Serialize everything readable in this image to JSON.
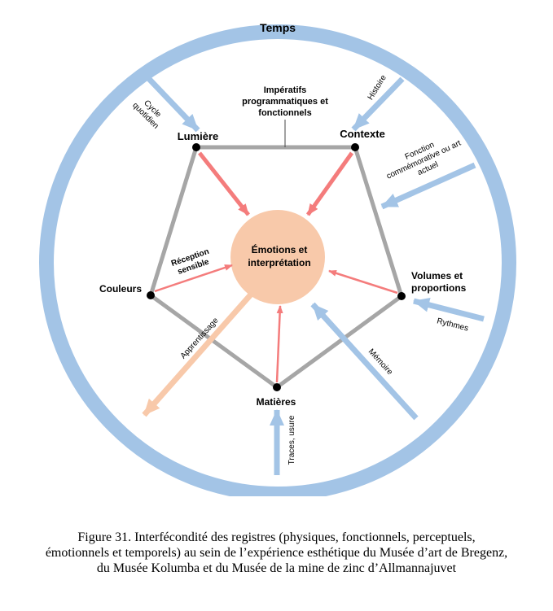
{
  "diagram": {
    "ring_label": "Temps",
    "center": {
      "line1": "Émotions et",
      "line2": "interprétation"
    },
    "nodes": {
      "lumiere": "Lumière",
      "contexte": "Contexte",
      "volumes": {
        "line1": "Volumes et",
        "line2": "proportions"
      },
      "matieres": "Matières",
      "couleurs": "Couleurs"
    },
    "edge_label": {
      "line1": "Impératifs",
      "line2": "programmatiques et",
      "line3": "fonctionnels"
    },
    "arrow_labels": {
      "cycle": {
        "line1": "Cycle",
        "line2": "quotidien"
      },
      "histoire": "Histoire",
      "fonction": {
        "line1": "Fonction",
        "line2": "commémorative ou art",
        "line3": "actuel"
      },
      "rythmes": "Rythmes",
      "memoire": "Mémoire",
      "traces": "Traces, usure",
      "apprentissage": "Apprentissage",
      "reception": {
        "line1": "Réception",
        "line2": "sensible"
      }
    },
    "colors": {
      "ring": "#a3c4e6",
      "time_arrows": "#a3c4e6",
      "pentagon_edges": "#a6a6a6",
      "red_arrows": "#f47c7c",
      "center_fill": "#f8c9aa",
      "learning_arrow": "#f8c9aa",
      "node_dots": "#000000"
    }
  },
  "caption": {
    "line1": "Figure 31.  Interfécondité des registres (physiques, fonctionnels, perceptuels,",
    "line2": "émotionnels et temporels) au sein de l’expérience esthétique du Musée d’art de Bregenz,",
    "line3": "du Musée Kolumba et du Musée de la mine de zinc d’Allmannajuvet"
  }
}
